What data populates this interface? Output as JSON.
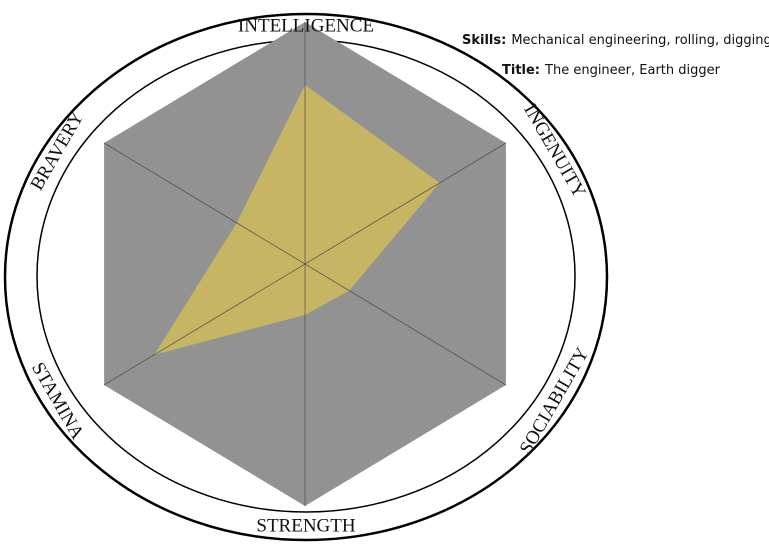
{
  "chart_data": {
    "type": "radar",
    "categories": [
      "INTELLIGENCE",
      "INGENUITY",
      "SOCIABILITY",
      "STRENGTH",
      "STAMINA",
      "BRAVERY"
    ],
    "values": [
      0.74,
      0.67,
      0.22,
      0.21,
      0.75,
      0.34
    ],
    "range": [
      0,
      1
    ],
    "colors": {
      "background": "#929292",
      "fill": "#c9b862",
      "axis": "#444444"
    }
  },
  "info": {
    "skills_label": "Skills:",
    "skills_value": "Mechanical engineering, rolling, digging",
    "title_label": "Title:",
    "title_value": "The engineer, Earth digger"
  }
}
